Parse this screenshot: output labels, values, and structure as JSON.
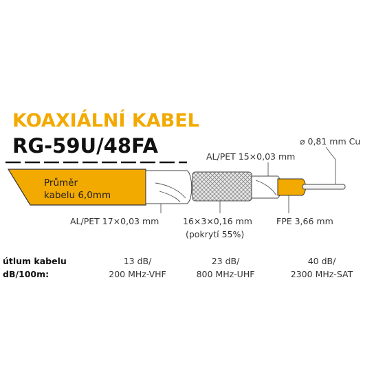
{
  "heading": "KOAXIÁLNÍ KABEL",
  "model": "RG-59U/48FA",
  "colors": {
    "accent": "#F2A900",
    "ink": "#111111",
    "text": "#333333",
    "line": "#555555"
  },
  "jacket": {
    "label_line1": "Průměr",
    "label_line2": "kabelu 6,0mm"
  },
  "callouts": {
    "conductor": "⌀ 0,81 mm Cu",
    "foil_inner": "AL/PET 15×0,03 mm",
    "foil_outer": "AL/PET 17×0,03 mm",
    "braid_line1": "16×3×0,16 mm",
    "braid_line2": "(pokrytí 55%)",
    "dielectric": "FPE 3,66 mm"
  },
  "attenuation": {
    "label_line1": "útlum kabelu",
    "label_line2": "dB/100m:",
    "columns": [
      {
        "line1": "13 dB/",
        "line2": "200 MHz-VHF"
      },
      {
        "line1": "23 dB/",
        "line2": "800 MHz-UHF"
      },
      {
        "line1": "40 dB/",
        "line2": "2300 MHz-SAT"
      }
    ]
  }
}
